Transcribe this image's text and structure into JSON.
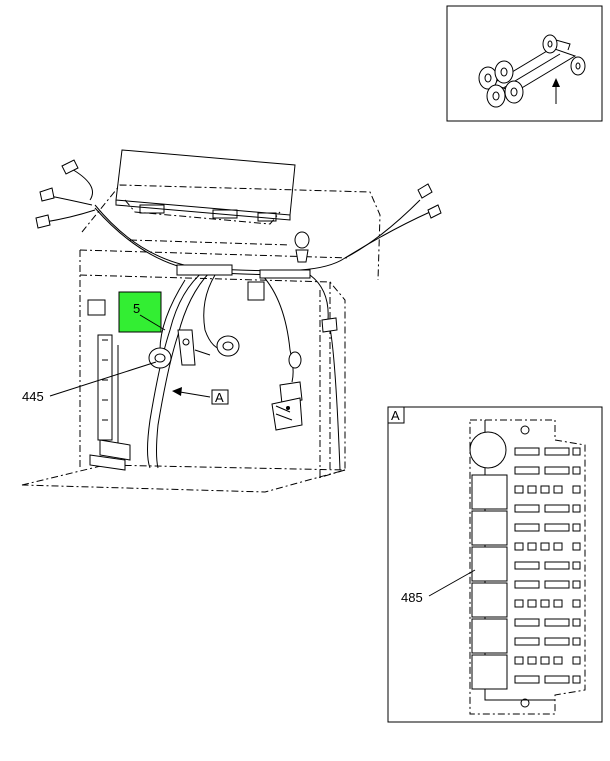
{
  "callouts": {
    "ref_445": "445",
    "ref_5": "5",
    "ref_485": "485",
    "view_a_marker": "A",
    "detail_a_title": "A"
  },
  "colors": {
    "highlight": "#33ee33",
    "line": "#000000",
    "background": "#ffffff"
  }
}
